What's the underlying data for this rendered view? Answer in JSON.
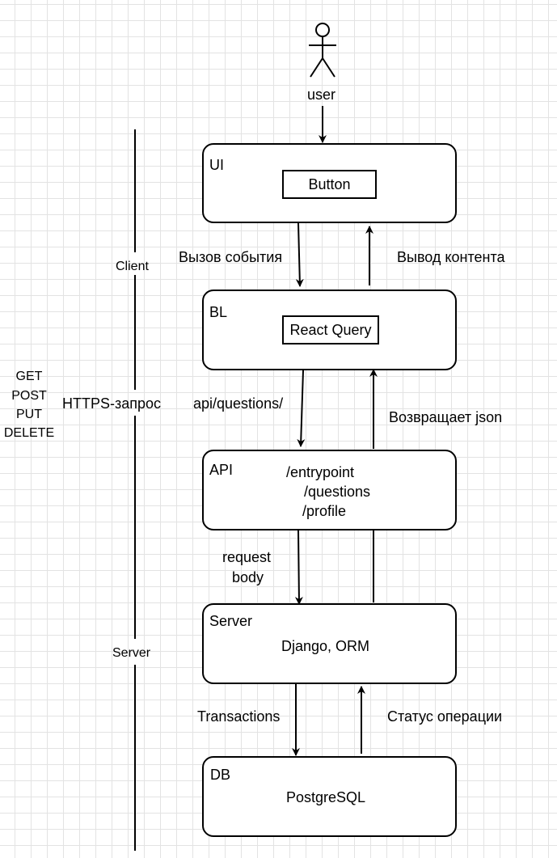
{
  "actor": {
    "label": "user"
  },
  "layers": {
    "client": "Client",
    "server": "Server"
  },
  "http": {
    "label": "HTTPS-запрос",
    "methods": [
      "GET",
      "POST",
      "PUT",
      "DELETE"
    ]
  },
  "nodes": {
    "ui": {
      "label": "UI",
      "content": "Button"
    },
    "bl": {
      "label": "BL",
      "content": "React Query"
    },
    "api": {
      "label": "API",
      "routes": [
        "/entrypoint",
        "/questions",
        "/profile"
      ]
    },
    "server": {
      "label": "Server",
      "content": "Django, ORM"
    },
    "db": {
      "label": "DB",
      "content": "PostgreSQL"
    }
  },
  "edges": {
    "ui_to_bl": "Вызов события",
    "bl_to_ui": "Вывод контента",
    "bl_to_api": "api/questions/",
    "api_to_bl": "Возвращает json",
    "api_to_server": [
      "request",
      "body"
    ],
    "server_to_db": "Transactions",
    "db_to_server": "Статус операции"
  }
}
